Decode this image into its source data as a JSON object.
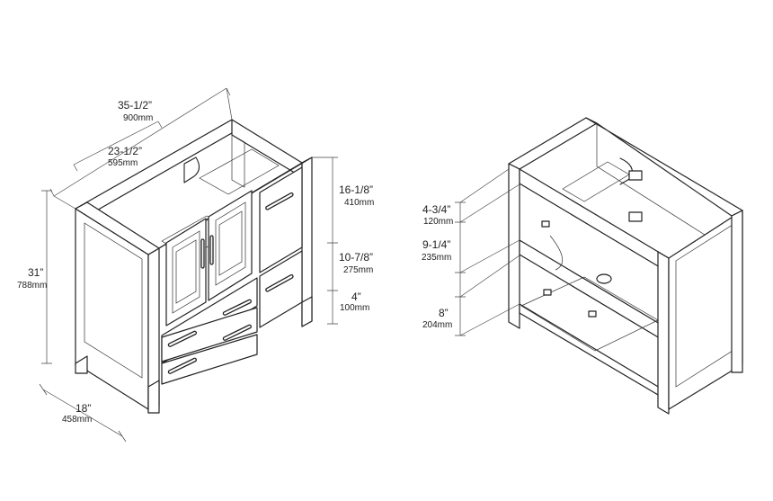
{
  "colors": {
    "line": "#222222",
    "background": "#ffffff",
    "dimension_text": "#222222"
  },
  "front_view": {
    "overall_width": {
      "imperial": "35-1/2”",
      "metric": "900mm"
    },
    "cabinet_width": {
      "imperial": "23-1/2”",
      "metric": "595mm"
    },
    "height": {
      "imperial": "31”",
      "metric": "788mm"
    },
    "depth": {
      "imperial": "18”",
      "metric": "458mm"
    },
    "upper_drawer": {
      "imperial": "16-1/8”",
      "metric": "410mm"
    },
    "middle_drawer": {
      "imperial": "10-7/8”",
      "metric": "275mm"
    },
    "toe_kick": {
      "imperial": "4”",
      "metric": "100mm"
    }
  },
  "back_view": {
    "top_rail": {
      "imperial": "4-3/4”",
      "metric": "120mm"
    },
    "middle_opening": {
      "imperial": "9-1/4”",
      "metric": "235mm"
    },
    "bottom_shelf": {
      "imperial": "8”",
      "metric": "204mm"
    }
  }
}
